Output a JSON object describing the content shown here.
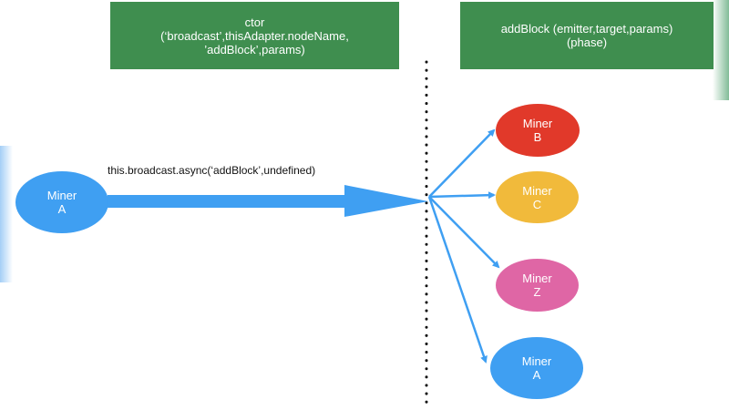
{
  "boxes": {
    "ctor": {
      "lines": [
        "ctor",
        "(‘broadcast’,thisAdapter.nodeName,",
        "’addBlock’,params)"
      ]
    },
    "add_block": {
      "lines": [
        "addBlock (emitter,target,params)",
        "(phase)"
      ]
    }
  },
  "call_label": "this.broadcast.async(‘addBlock’,undefined)",
  "nodes": {
    "sender": {
      "line1": "Miner",
      "line2": "A"
    },
    "b": {
      "line1": "Miner",
      "line2": "B"
    },
    "c": {
      "line1": "Miner",
      "line2": "C"
    },
    "z": {
      "line1": "Miner",
      "line2": "Z"
    },
    "a": {
      "line1": "Miner",
      "line2": "A"
    }
  },
  "colors": {
    "box_green": "#3f8e4f",
    "arrow_blue": "#3f9ff2",
    "miner_b": "#e1392a",
    "miner_c": "#f1ba3b",
    "miner_z": "#df66a5",
    "miner_a": "#3f9ff2",
    "divider": "#111111"
  }
}
